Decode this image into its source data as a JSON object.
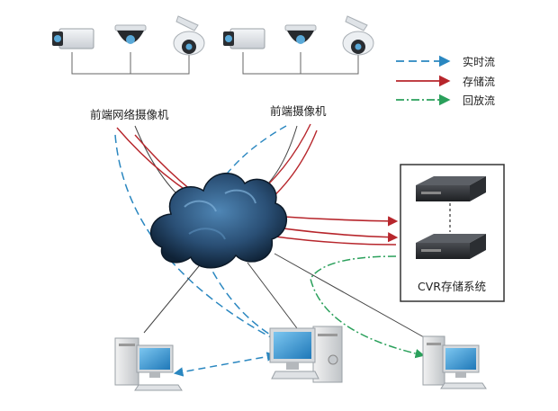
{
  "groups": {
    "left_camera_label": "前端网络摄像机",
    "right_camera_label": "前端摄像机"
  },
  "legend": {
    "items": [
      {
        "label": "实时流",
        "color": "#2a87c0",
        "style": "dashed"
      },
      {
        "label": "存储流",
        "color": "#b7262c",
        "style": "solid"
      },
      {
        "label": "回放流",
        "color": "#2aa05b",
        "style": "dash-dot"
      }
    ]
  },
  "storage": {
    "label": "CVR存储系统"
  },
  "colors": {
    "realtime": "#2a87c0",
    "storage": "#b7262c",
    "playback": "#2aa05b",
    "line": "#555555"
  },
  "icons": {
    "cameras": [
      "box-camera-icon",
      "dome-camera-icon",
      "ptz-camera-icon"
    ],
    "cloud": "network-cloud-icon",
    "servers": [
      "server-icon",
      "server-icon"
    ],
    "clients": [
      "desktop-computer-icon",
      "desktop-computer-icon",
      "desktop-computer-icon"
    ]
  }
}
